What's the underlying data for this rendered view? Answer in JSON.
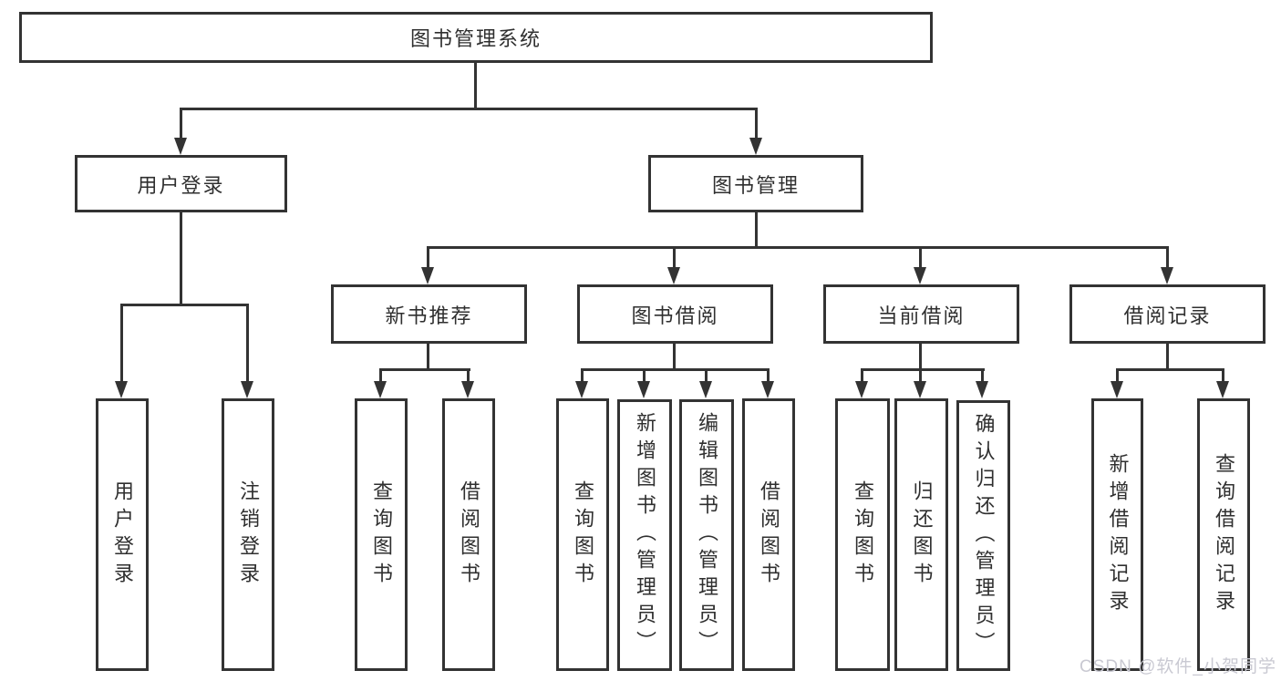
{
  "diagram_type": "hierarchy",
  "colors": {
    "line": "#333333",
    "box_border": "#333333",
    "box_background": "#ffffff",
    "text": "#2f2f2f",
    "watermark_text": "#c9c9d2",
    "page_background": "#ffffff"
  },
  "watermark": {
    "text": "CSDN @软件_小贺同学"
  },
  "tree": {
    "label": "图书管理系统",
    "children": [
      {
        "label": "用户登录",
        "children": [
          {
            "label": "用户登录"
          },
          {
            "label": "注销登录"
          }
        ]
      },
      {
        "label": "图书管理",
        "children": [
          {
            "label": "新书推荐",
            "children": [
              {
                "label": "查询图书"
              },
              {
                "label": "借阅图书"
              }
            ]
          },
          {
            "label": "图书借阅",
            "children": [
              {
                "label": "查询图书"
              },
              {
                "label": "新增图书（管理员）"
              },
              {
                "label": "编辑图书（管理员）"
              },
              {
                "label": "借阅图书"
              }
            ]
          },
          {
            "label": "当前借阅",
            "children": [
              {
                "label": "查询图书"
              },
              {
                "label": "归还图书"
              },
              {
                "label": "确认归还（管理员）"
              }
            ]
          },
          {
            "label": "借阅记录",
            "children": [
              {
                "label": "新增借阅记录"
              },
              {
                "label": "查询借阅记录"
              }
            ]
          }
        ]
      }
    ]
  }
}
